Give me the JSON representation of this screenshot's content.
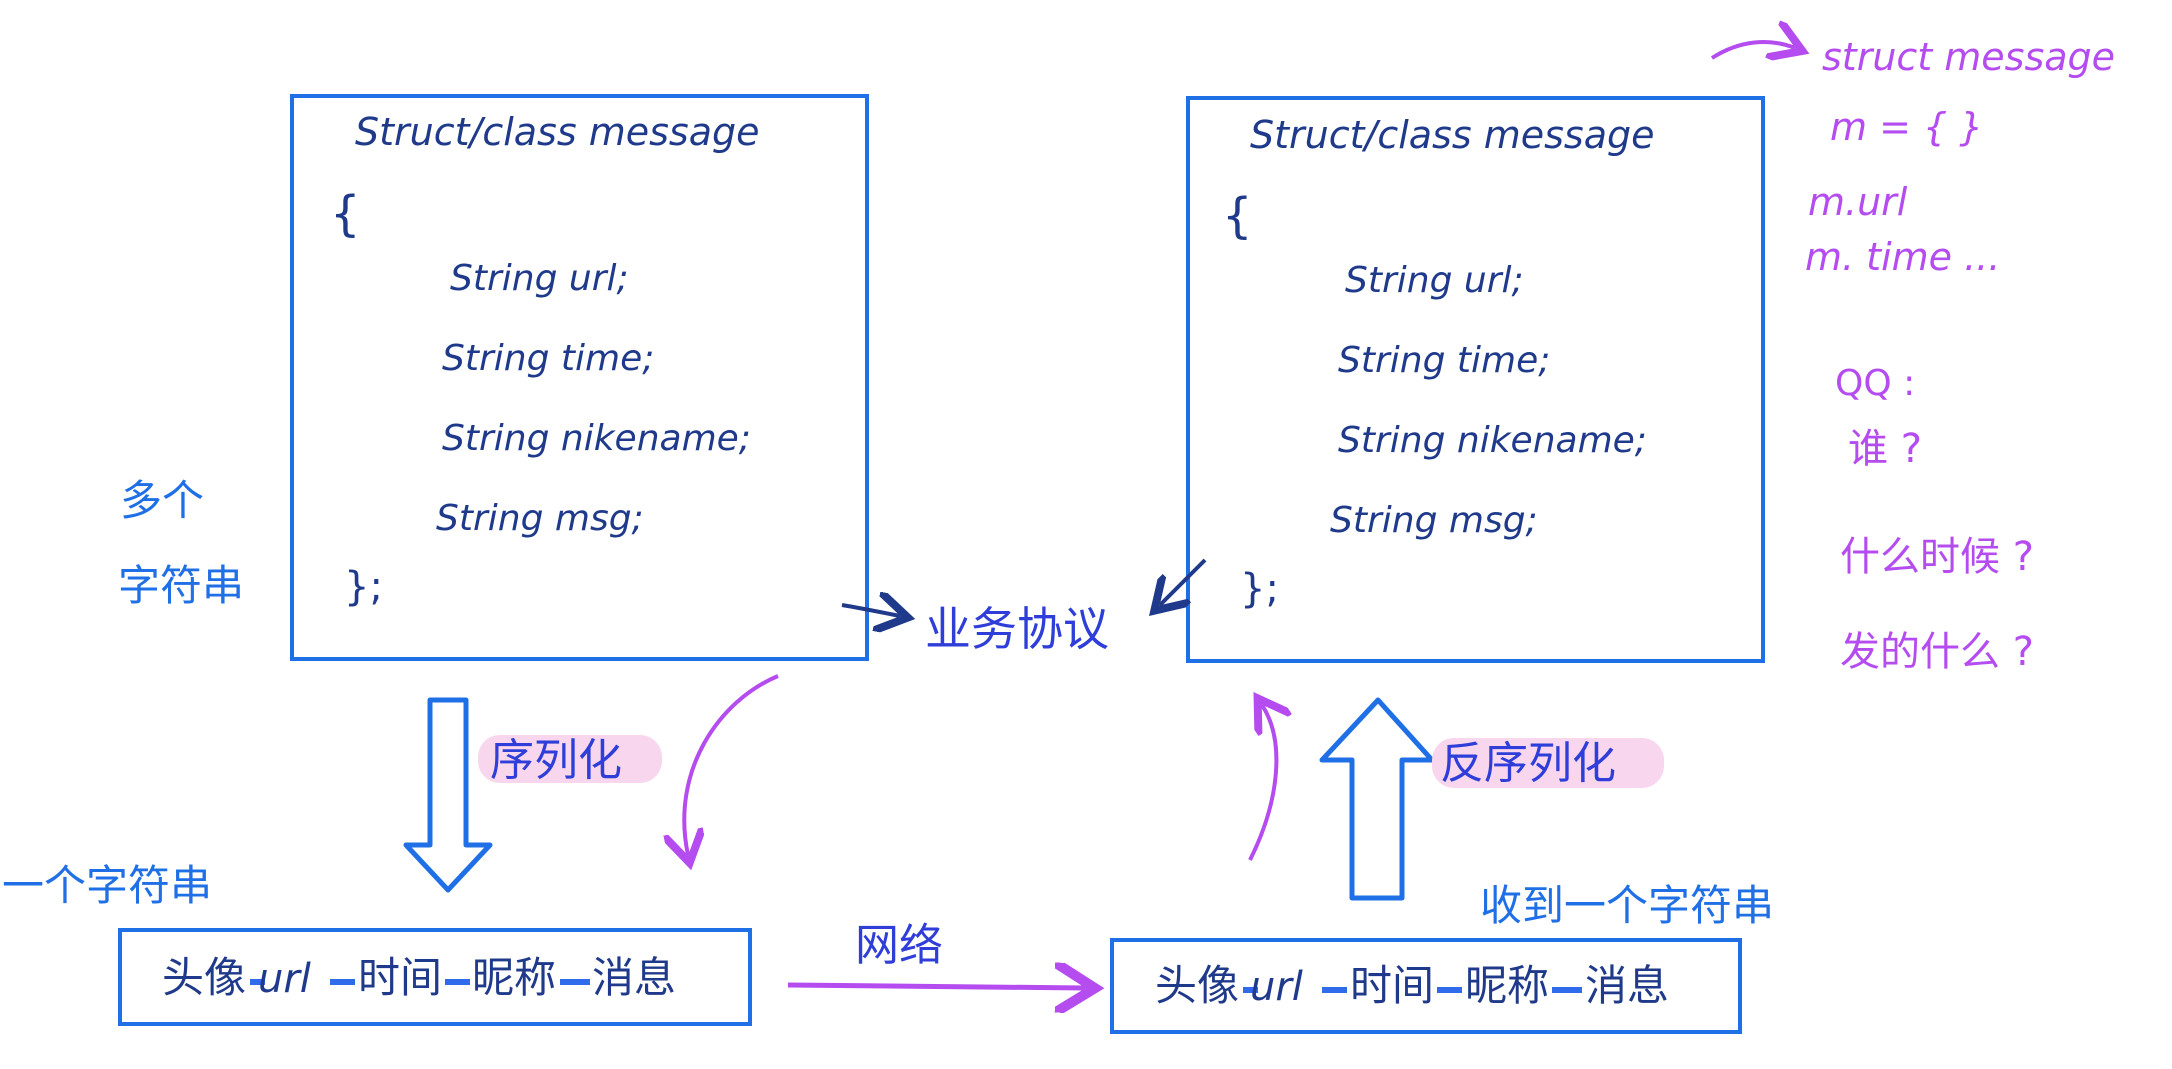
{
  "colors": {
    "ink_dark": "#1f3a8a",
    "ink_blue": "#1f6fe6",
    "ink_purple": "#b44cf0",
    "highlight_pink": "#f7d6ee",
    "highlight_blue": "#2f6bea"
  },
  "left_box": {
    "header": "Struct/class   message",
    "open_brace": "{",
    "fields": [
      "String   url;",
      "String   time;",
      "String   nikename;",
      "String   msg;"
    ],
    "close": "};"
  },
  "right_box": {
    "header": "Struct/class   message",
    "open_brace": "{",
    "fields": [
      "String   url;",
      "String   time;",
      "String   nikename;",
      "String   msg;"
    ],
    "close": "};"
  },
  "labels": {
    "multi_strings": [
      "多个",
      "字符串"
    ],
    "one_string": "一个字符串",
    "received_one_string": "收到一个字符串",
    "business_protocol": "业务协议",
    "serialize": "序列化",
    "deserialize": "反序列化",
    "network": "网络"
  },
  "left_bottom": {
    "segments": [
      "头像",
      "url",
      "时间",
      "昵称",
      "消息"
    ]
  },
  "right_bottom": {
    "segments": [
      "头像",
      "url",
      "时间",
      "昵称",
      "消息"
    ]
  },
  "side_notes": {
    "code_lines": [
      "struct  message",
      "m = { }",
      "m.url",
      "m. time  ..."
    ],
    "qq_title": "QQ :",
    "questions": [
      "谁 ?",
      "什么时候 ?",
      "发的什么 ?"
    ]
  }
}
